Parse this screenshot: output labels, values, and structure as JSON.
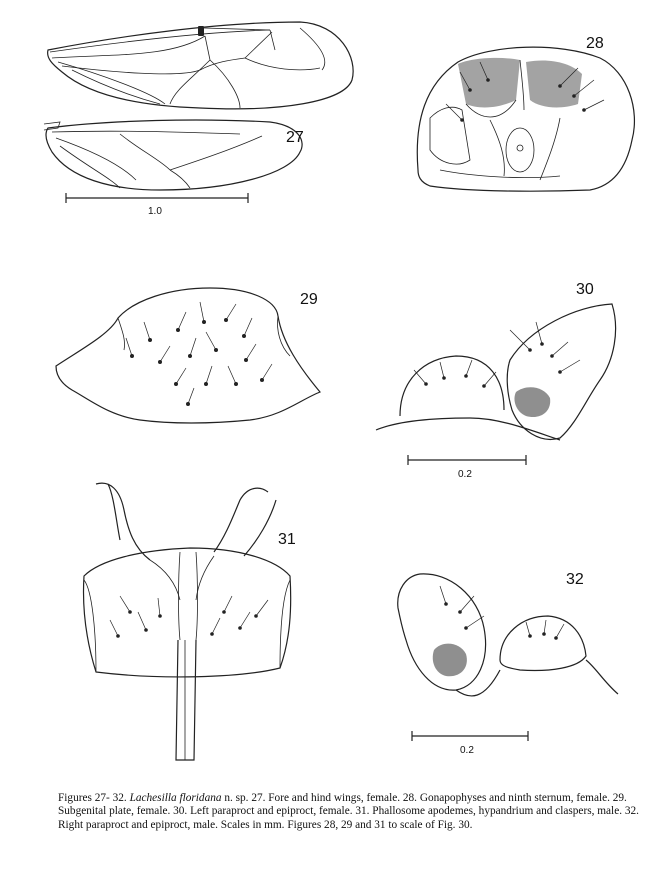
{
  "figures": [
    {
      "id": "fig27",
      "label": "27"
    },
    {
      "id": "fig28",
      "label": "28"
    },
    {
      "id": "fig29",
      "label": "29"
    },
    {
      "id": "fig30",
      "label": "30"
    },
    {
      "id": "fig31",
      "label": "31"
    },
    {
      "id": "fig32",
      "label": "32"
    }
  ],
  "scale_bars": {
    "wings": "1.0",
    "fig30": "0.2",
    "fig32": "0.2"
  },
  "caption": {
    "prefix": "Figures 27- 32.",
    "species": "Lachesilla floridana",
    "rest": "n. sp. 27. Fore and hind wings, female. 28. Gonapophyses and ninth sternum, female. 29. Subgenital plate, female. 30. Left paraproct and epiproct, female. 31. Phallosome apodemes, hypandrium and claspers, male. 32. Right paraproct and epiproct, male. Scales in mm. Figures 28, 29 and 31 to scale of Fig. 30."
  }
}
